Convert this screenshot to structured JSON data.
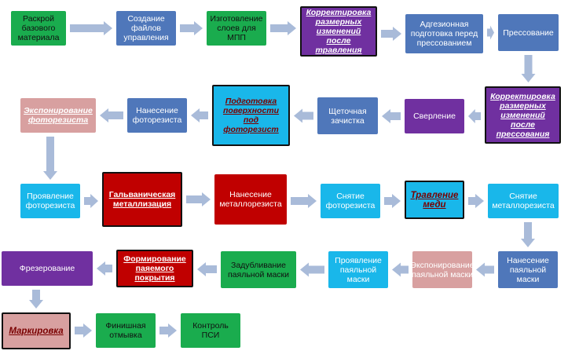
{
  "nodes": [
    {
      "id": "n1",
      "label": "Раскрой базового материала",
      "color": "green",
      "highlight": false
    },
    {
      "id": "n2",
      "label": "Создание файлов управления",
      "color": "blue",
      "highlight": false
    },
    {
      "id": "n3",
      "label": "Изготовление слоев для МПП",
      "color": "green",
      "highlight": false
    },
    {
      "id": "n4",
      "label": "Корректировка размерных изменений после травления",
      "color": "purple",
      "highlight": true
    },
    {
      "id": "n5",
      "label": "Адгезионная подготовка перед прессованием",
      "color": "blue",
      "highlight": false
    },
    {
      "id": "n6",
      "label": "Прессование",
      "color": "blue",
      "highlight": false
    },
    {
      "id": "n7",
      "label": "Корректировка размерных изменений после прессования",
      "color": "purple",
      "highlight": true
    },
    {
      "id": "n8",
      "label": "Сверление",
      "color": "purple",
      "highlight": false
    },
    {
      "id": "n9",
      "label": "Щеточная зачистка",
      "color": "blue",
      "highlight": false
    },
    {
      "id": "n10",
      "label": "Подготовка поверхности под фоторезист",
      "color": "cyan",
      "highlight": true
    },
    {
      "id": "n11",
      "label": "Нанесение фоторезиста",
      "color": "blue",
      "highlight": false
    },
    {
      "id": "n12",
      "label": "Экспонирование фоторезиста",
      "color": "pink",
      "highlight": false,
      "underline": true
    },
    {
      "id": "n13",
      "label": "Проявление фоторезиста",
      "color": "cyan",
      "highlight": false
    },
    {
      "id": "n14",
      "label": "Гальваническая металлизация",
      "color": "red",
      "highlight": true
    },
    {
      "id": "n15",
      "label": "Нанесение металлорезиста",
      "color": "red",
      "highlight": false
    },
    {
      "id": "n16",
      "label": "Снятие фоторезиста",
      "color": "cyan",
      "highlight": false
    },
    {
      "id": "n17",
      "label": "Травление меди",
      "color": "cyan",
      "highlight": true
    },
    {
      "id": "n18",
      "label": "Снятие металлорезиста",
      "color": "cyan",
      "highlight": false
    },
    {
      "id": "n19",
      "label": "Нанесение паяльной маски",
      "color": "blue",
      "highlight": false
    },
    {
      "id": "n20",
      "label": "Экспонирование паяльной маски",
      "color": "pink",
      "highlight": false
    },
    {
      "id": "n21",
      "label": "Проявление паяльной маски",
      "color": "cyan",
      "highlight": false
    },
    {
      "id": "n22",
      "label": "Задубливание паяльной маски",
      "color": "green",
      "highlight": false
    },
    {
      "id": "n23",
      "label": "Формирование паяемого покрытия",
      "color": "red",
      "highlight": true
    },
    {
      "id": "n24",
      "label": "Фрезерование",
      "color": "purple",
      "highlight": false
    },
    {
      "id": "n25",
      "label": "Маркировка",
      "color": "pink",
      "highlight": true
    },
    {
      "id": "n26",
      "label": "Финишная отмывка",
      "color": "green",
      "highlight": false
    },
    {
      "id": "n27",
      "label": "Контроль ПСИ",
      "color": "green",
      "highlight": false
    }
  ],
  "edges": [
    [
      "n1",
      "n2"
    ],
    [
      "n2",
      "n3"
    ],
    [
      "n3",
      "n4"
    ],
    [
      "n4",
      "n5"
    ],
    [
      "n5",
      "n6"
    ],
    [
      "n6",
      "n7"
    ],
    [
      "n7",
      "n8"
    ],
    [
      "n8",
      "n9"
    ],
    [
      "n9",
      "n10"
    ],
    [
      "n10",
      "n11"
    ],
    [
      "n11",
      "n12"
    ],
    [
      "n12",
      "n13"
    ],
    [
      "n13",
      "n14"
    ],
    [
      "n14",
      "n15"
    ],
    [
      "n15",
      "n16"
    ],
    [
      "n16",
      "n17"
    ],
    [
      "n17",
      "n18"
    ],
    [
      "n18",
      "n19"
    ],
    [
      "n19",
      "n20"
    ],
    [
      "n20",
      "n21"
    ],
    [
      "n21",
      "n22"
    ],
    [
      "n22",
      "n23"
    ],
    [
      "n23",
      "n24"
    ],
    [
      "n24",
      "n25"
    ],
    [
      "n25",
      "n26"
    ],
    [
      "n26",
      "n27"
    ]
  ],
  "colors": {
    "green": "#1aac4e",
    "blue": "#4f77ba",
    "cyan": "#19b7ea",
    "purple": "#7030a0",
    "red": "#c00000",
    "pink": "#d89a9a",
    "arrow": "#a9bbd9"
  }
}
